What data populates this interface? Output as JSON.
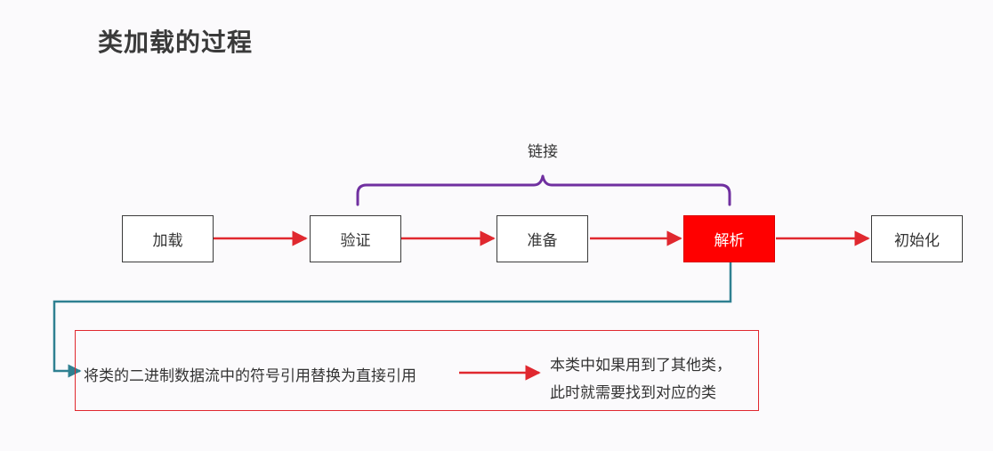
{
  "title": "类加载的过程",
  "group_label": "链接",
  "stages": [
    {
      "label": "加载",
      "active": false
    },
    {
      "label": "验证",
      "active": false
    },
    {
      "label": "准备",
      "active": false
    },
    {
      "label": "解析",
      "active": true
    },
    {
      "label": "初始化",
      "active": false
    }
  ],
  "detail": {
    "description": "将类的二进制数据流中的符号引用替换为直接引用",
    "note_lines": [
      "本类中如果用到了其他类，",
      "此时就需要找到对应的类"
    ]
  },
  "colors": {
    "arrow": "#e0282f",
    "brace": "#7030a0",
    "connector": "#2f8091",
    "active_stage": "#ff0000",
    "detail_border": "#e0282f"
  }
}
